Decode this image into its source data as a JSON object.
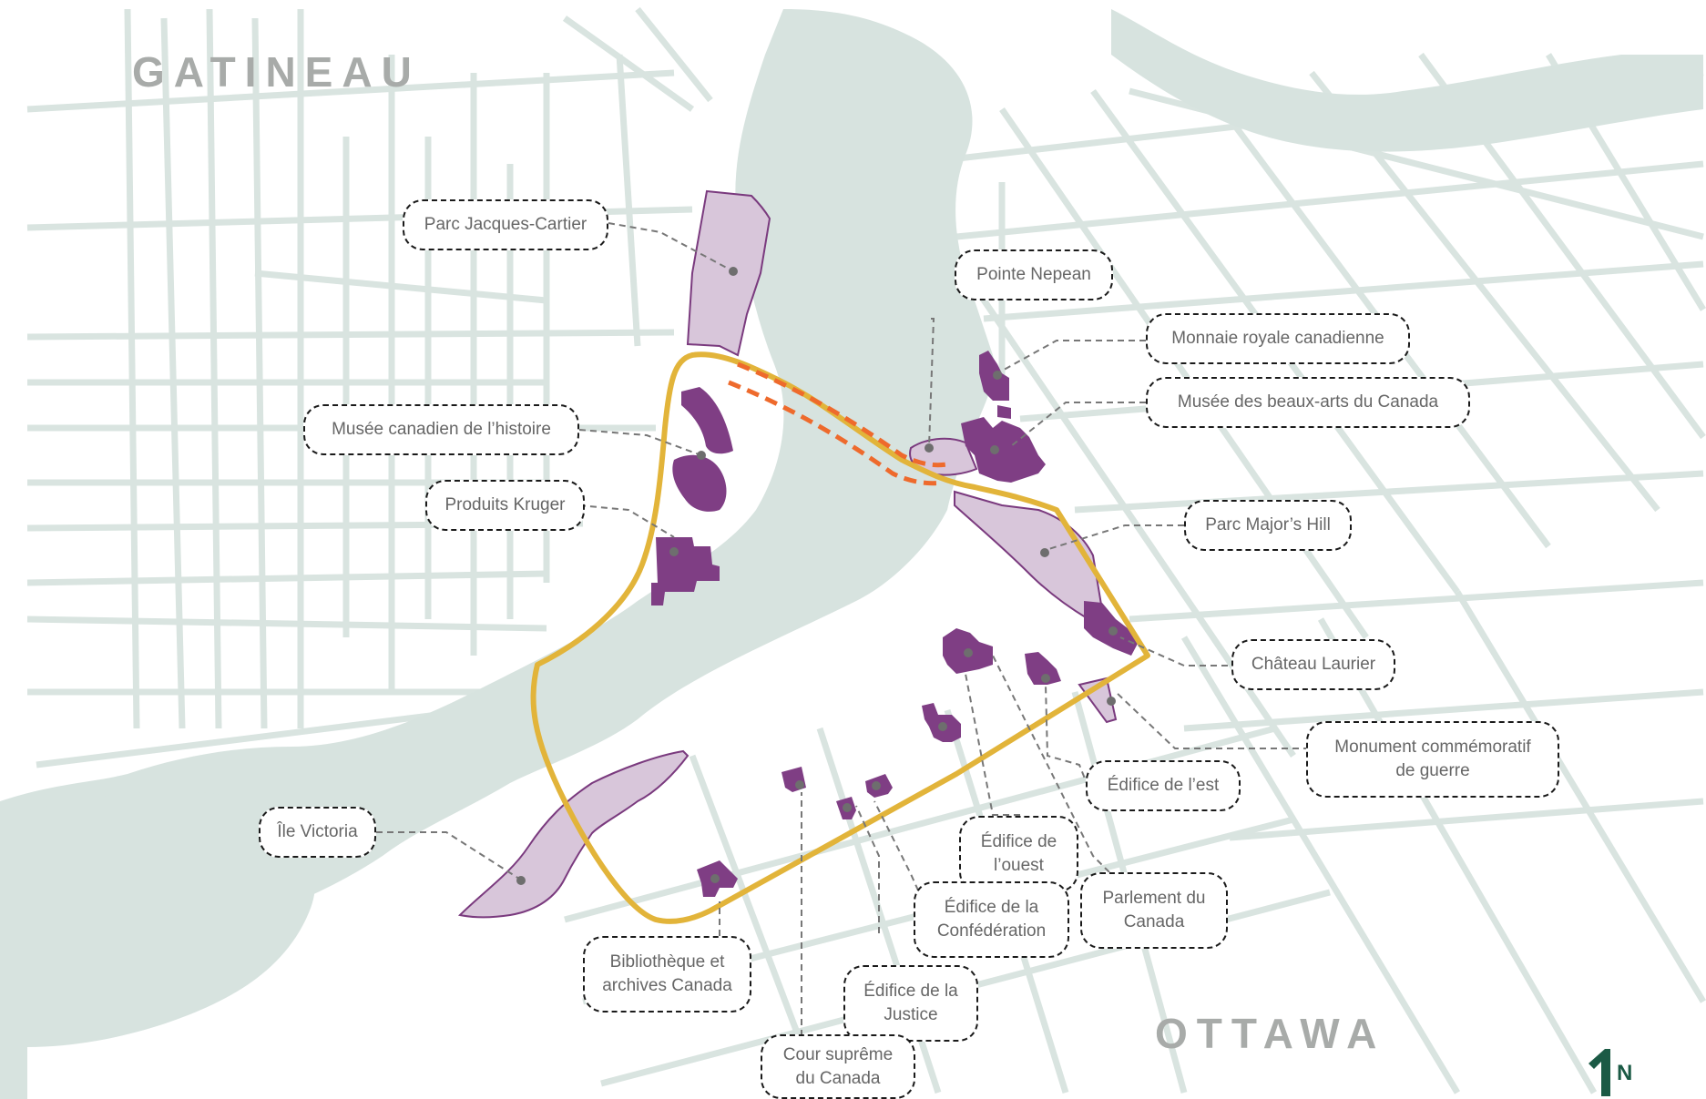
{
  "map": {
    "cities": {
      "gatineau": "GATINEAU",
      "ottawa": "OTTAWA"
    },
    "labels": {
      "parc_jacques_cartier": "Parc Jacques-Cartier",
      "pointe_nepean": "Pointe Nepean",
      "monnaie_royale": "Monnaie royale canadienne",
      "musee_beaux_arts": "Musée des beaux-arts du Canada",
      "musee_histoire": "Musée canadien de l’histoire",
      "produits_kruger": "Produits Kruger",
      "parc_majors_hill": "Parc Major’s Hill",
      "chateau_laurier": "Château Laurier",
      "monument_guerre": "Monument commémoratif\nde guerre",
      "edifice_est": "Édifice de l’est",
      "edifice_ouest": "Édifice de\nl’ouest",
      "parlement": "Parlement du\nCanada",
      "edifice_confederation": "Édifice de la\nConfédération",
      "ile_victoria": "Île Victoria",
      "bibliotheque": "Bibliothèque et\narchives Canada",
      "edifice_justice": "Édifice de la\nJustice",
      "cour_supreme": "Cour suprême\ndu Canada"
    },
    "north_arrow": {
      "icon": "north-arrow-icon",
      "label": "N"
    },
    "colors": {
      "water": "#d7e3df",
      "street": "#d9e4e0",
      "land": "#ffffff",
      "park_fill": "#d8c6da",
      "park_stroke": "#7a3a7e",
      "building": "#7f3e84",
      "route": "#e2b43a",
      "route_alt": "#ee6a2c",
      "leader": "#777777",
      "city_text": "#a8aba9",
      "north": "#1b5a45"
    }
  }
}
